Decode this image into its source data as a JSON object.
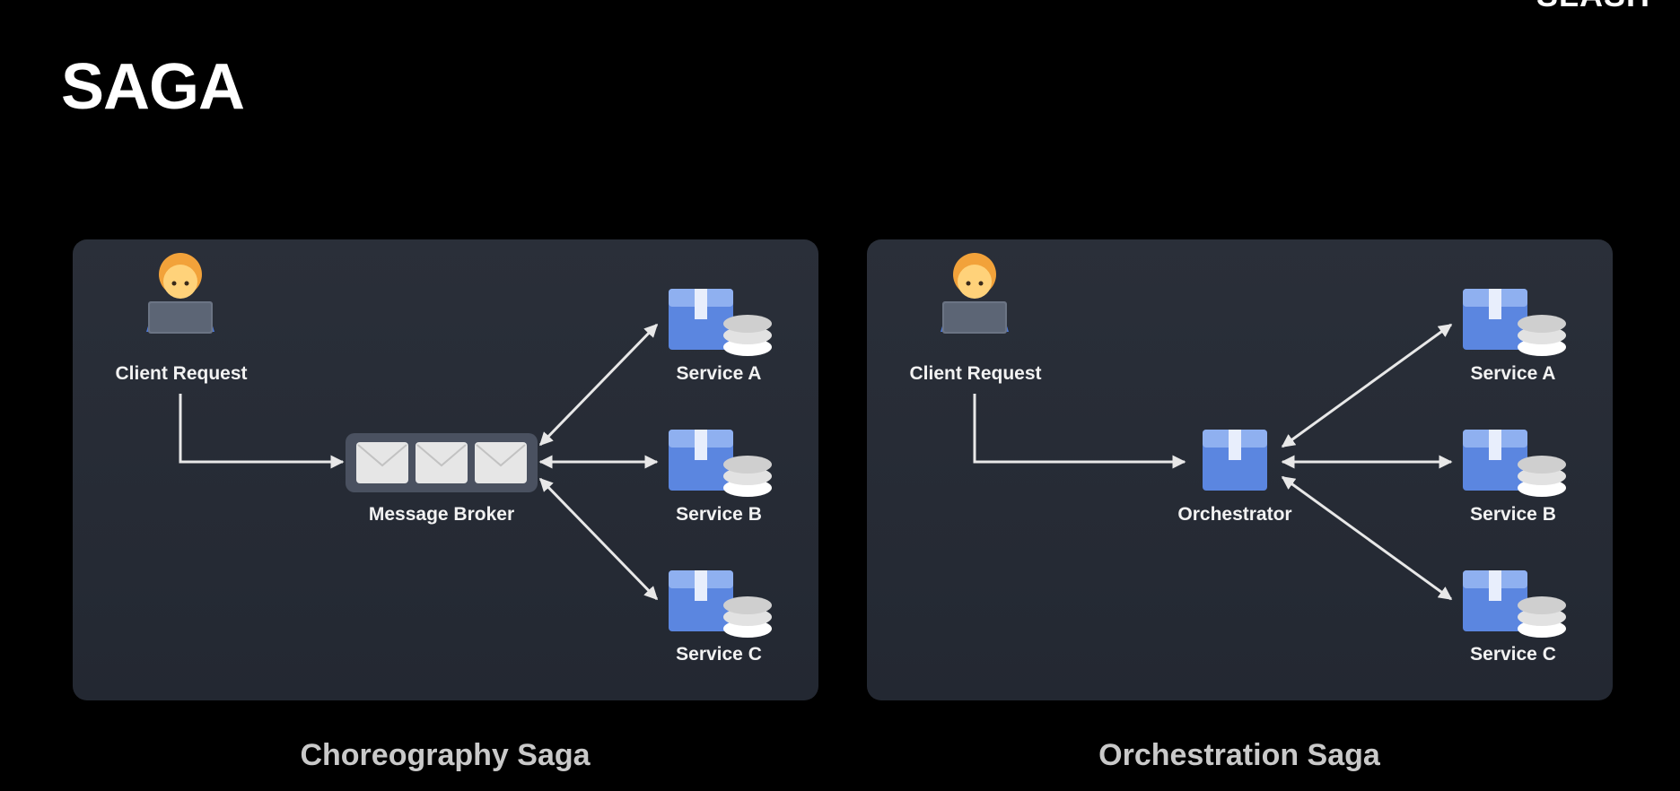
{
  "page": {
    "title": "SAGA",
    "corner_logo": "SLASH"
  },
  "choreography": {
    "caption": "Choreography Saga",
    "client_label": "Client Request",
    "hub_label": "Message Broker",
    "services": [
      "Service A",
      "Service B",
      "Service C"
    ]
  },
  "orchestration": {
    "caption": "Orchestration Saga",
    "client_label": "Client Request",
    "hub_label": "Orchestrator",
    "services": [
      "Service A",
      "Service B",
      "Service C"
    ]
  },
  "colors": {
    "background": "#000000",
    "panel": "#262b35",
    "arrow": "#e8e8e8",
    "service_box": "#5b86e0",
    "service_box_light": "#8fb0f0",
    "database": "#d5d5d5",
    "broker_bg": "#4a5160",
    "envelope": "#e6e6e6"
  },
  "icons": {
    "client": "person-laptop-icon",
    "service": "service-box-database-icon",
    "broker": "envelope-queue-icon",
    "orchestrator": "box-icon"
  }
}
